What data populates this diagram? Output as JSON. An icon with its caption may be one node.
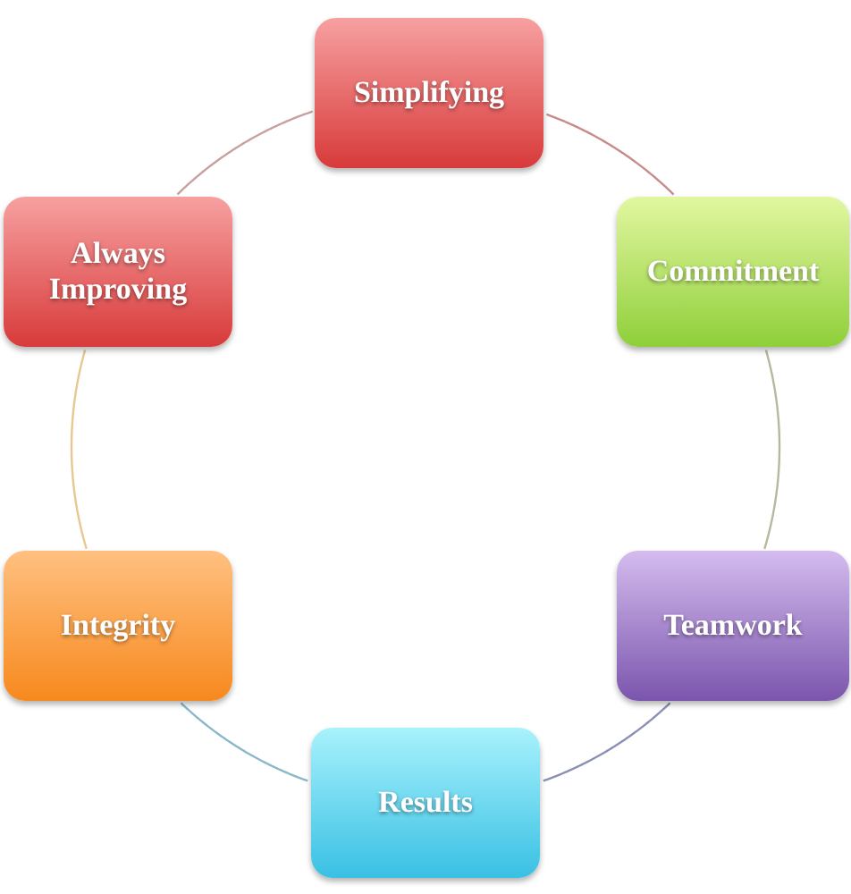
{
  "diagram": {
    "nodes": [
      {
        "text": [
          "Simplifying"
        ]
      },
      {
        "text": [
          "Commitment"
        ]
      },
      {
        "text": [
          "Teamwork"
        ]
      },
      {
        "text": [
          "Results"
        ]
      },
      {
        "text": [
          "Integrity"
        ]
      },
      {
        "text": [
          "Always Improving"
        ]
      }
    ],
    "edges": [
      {
        "from": 0,
        "to": 1,
        "arrow": "none",
        "color": "#c98a8a"
      },
      {
        "from": 1,
        "to": 2,
        "arrow": "none",
        "color": "#b8b8a0"
      },
      {
        "from": 2,
        "to": 3,
        "arrow": "none",
        "color": "#8a8fb5"
      },
      {
        "from": 3,
        "to": 4,
        "arrow": "none",
        "color": "#8ab8c8"
      },
      {
        "from": 4,
        "to": 5,
        "arrow": "none",
        "color": "#e8c890"
      },
      {
        "from": 5,
        "to": 0,
        "arrow": "none",
        "color": "#c9a0a0"
      }
    ]
  }
}
